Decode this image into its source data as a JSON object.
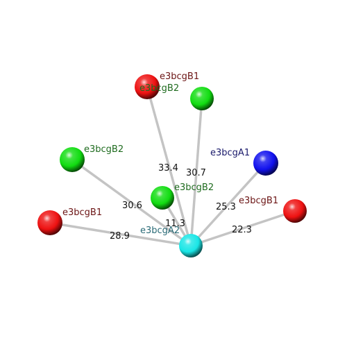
{
  "center_atom": {
    "id": "center",
    "label": "e3bcgA2",
    "color": "#19e6e6",
    "label_color": "#2a6b77"
  },
  "atoms": [
    {
      "id": "a1",
      "label": "e3bcgB1",
      "color": "#ee1111",
      "label_color": "#6b1414",
      "distance": "28.9"
    },
    {
      "id": "a2",
      "label": "e3bcgB2",
      "color": "#11dd11",
      "label_color": "#1e6b1e",
      "distance": "30.6"
    },
    {
      "id": "a3",
      "label": "e3bcgB1",
      "color": "#ee1111",
      "label_color": "#6b1414",
      "distance": "33.4"
    },
    {
      "id": "a4",
      "label": "e3bcgB2",
      "color": "#11dd11",
      "label_color": "#1e6b1e",
      "distance": "30.7"
    },
    {
      "id": "a5",
      "label": "e3bcgB2",
      "color": "#11dd11",
      "label_color": "#1e6b1e",
      "distance": "11.3"
    },
    {
      "id": "a6",
      "label": "e3bcgA1",
      "color": "#1111ee",
      "label_color": "#1a1a6b",
      "distance": "25.3"
    },
    {
      "id": "a7",
      "label": "e3bcgB1",
      "color": "#ee1111",
      "label_color": "#6b1414",
      "distance": "22.3"
    }
  ]
}
